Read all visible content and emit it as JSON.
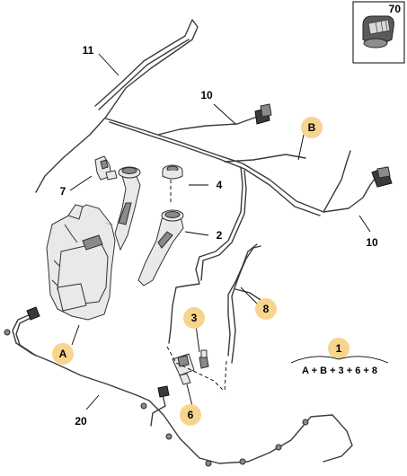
{
  "diagram": {
    "thumbnail": {
      "label": "70"
    },
    "callouts": [
      {
        "id": "11",
        "label": "11"
      },
      {
        "id": "10a",
        "label": "10"
      },
      {
        "id": "10b",
        "label": "10"
      },
      {
        "id": "7",
        "label": "7"
      },
      {
        "id": "4",
        "label": "4"
      },
      {
        "id": "2",
        "label": "2"
      },
      {
        "id": "20",
        "label": "20"
      }
    ],
    "badges": [
      {
        "id": "B",
        "label": "B"
      },
      {
        "id": "8",
        "label": "8"
      },
      {
        "id": "3",
        "label": "3"
      },
      {
        "id": "A",
        "label": "A"
      },
      {
        "id": "6",
        "label": "6"
      },
      {
        "id": "1",
        "label": "1"
      }
    ],
    "kit_formula": "A + B + 3 + 6 + 8",
    "colors": {
      "badge_fill": "#f7d58f",
      "line": "#3a3a3a",
      "part_fill": "#e9e9e9"
    }
  }
}
